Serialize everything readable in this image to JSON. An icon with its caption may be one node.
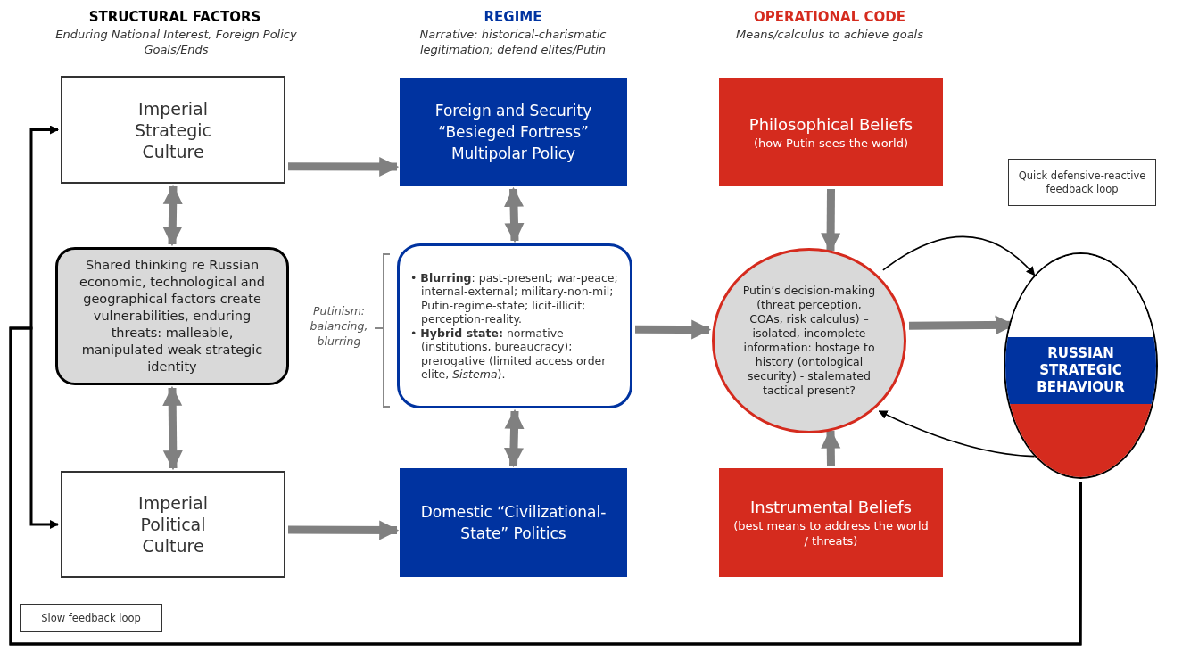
{
  "diagram": {
    "nodes": [
      {
        "text": [
          "Imperial Strategic Culture"
        ]
      },
      {
        "text": [
          "Shared thinking re Russian economic, technological and geographical factors create vulnerabilities, enduring threats: malleable, manipulated weak strategic identity"
        ]
      },
      {
        "text": [
          "Imperial Political Culture"
        ]
      },
      {
        "text": [
          "Foreign and Security “Besieged Fortress” Multipolar Policy"
        ]
      },
      {
        "text": [
          "• **Blurring**: past-present; war-peace; internal-external; military-non-mil; Putin-regime-state; licit-illicit; perception-reality.",
          "• **Hybrid state:** normative (institutions, bureaucracy); prerogative (limited access order elite, *Sistema*)."
        ]
      },
      {
        "text": [
          "Domestic “Civilizational-State” Politics"
        ]
      },
      {
        "text": [
          "Philosophical Beliefs",
          "(how Putin sees the world)"
        ]
      },
      {
        "text": [
          "Putin’s decision-making (threat perception, COAs, risk calculus) – isolated, incomplete information: hostage to history (ontological security) - stalemated tactical present?"
        ]
      },
      {
        "text": [
          "Instrumental Beliefs",
          "(best means to address the world / threats)"
        ]
      },
      {
        "text": [
          "RUSSIAN STRATEGIC BEHAVIOUR"
        ]
      },
      {
        "text": [
          "Quick defensive-reactive feedback loop"
        ]
      },
      {
        "text": [
          "Slow feedback loop"
        ]
      }
    ],
    "edges": [
      {
        "from": 0,
        "to": 3,
        "arrow": "to"
      },
      {
        "from": 0,
        "to": 1,
        "arrow": "both"
      },
      {
        "from": 1,
        "to": 2,
        "arrow": "both"
      },
      {
        "from": 2,
        "to": 5,
        "arrow": "to"
      },
      {
        "from": 3,
        "to": 4,
        "arrow": "both"
      },
      {
        "from": 4,
        "to": 5,
        "arrow": "both"
      },
      {
        "from": 4,
        "to": 7,
        "arrow": "to"
      },
      {
        "from": 6,
        "to": 7,
        "arrow": "to"
      },
      {
        "from": 8,
        "to": 7,
        "arrow": "to"
      },
      {
        "from": 7,
        "to": 9,
        "arrow": "to"
      },
      {
        "from": 7,
        "to": 9,
        "arrow": "to",
        "color": "#000000"
      },
      {
        "from": 9,
        "to": 7,
        "arrow": "to",
        "color": "#000000"
      },
      {
        "from": 9,
        "to": 0,
        "arrow": "to",
        "color": "#000000"
      },
      {
        "from": 9,
        "to": 2,
        "arrow": "to",
        "color": "#000000"
      }
    ],
    "labels": [
      "STRUCTURAL FACTORS",
      "Enduring National Interest, Foreign Policy Goals/Ends",
      "REGIME",
      "Narrative: historical-charismatic legitimation; defend elites/Putin",
      "OPERATIONAL CODE",
      "Means/calculus to achieve goals",
      "Putinism: balancing, blurring"
    ]
  }
}
